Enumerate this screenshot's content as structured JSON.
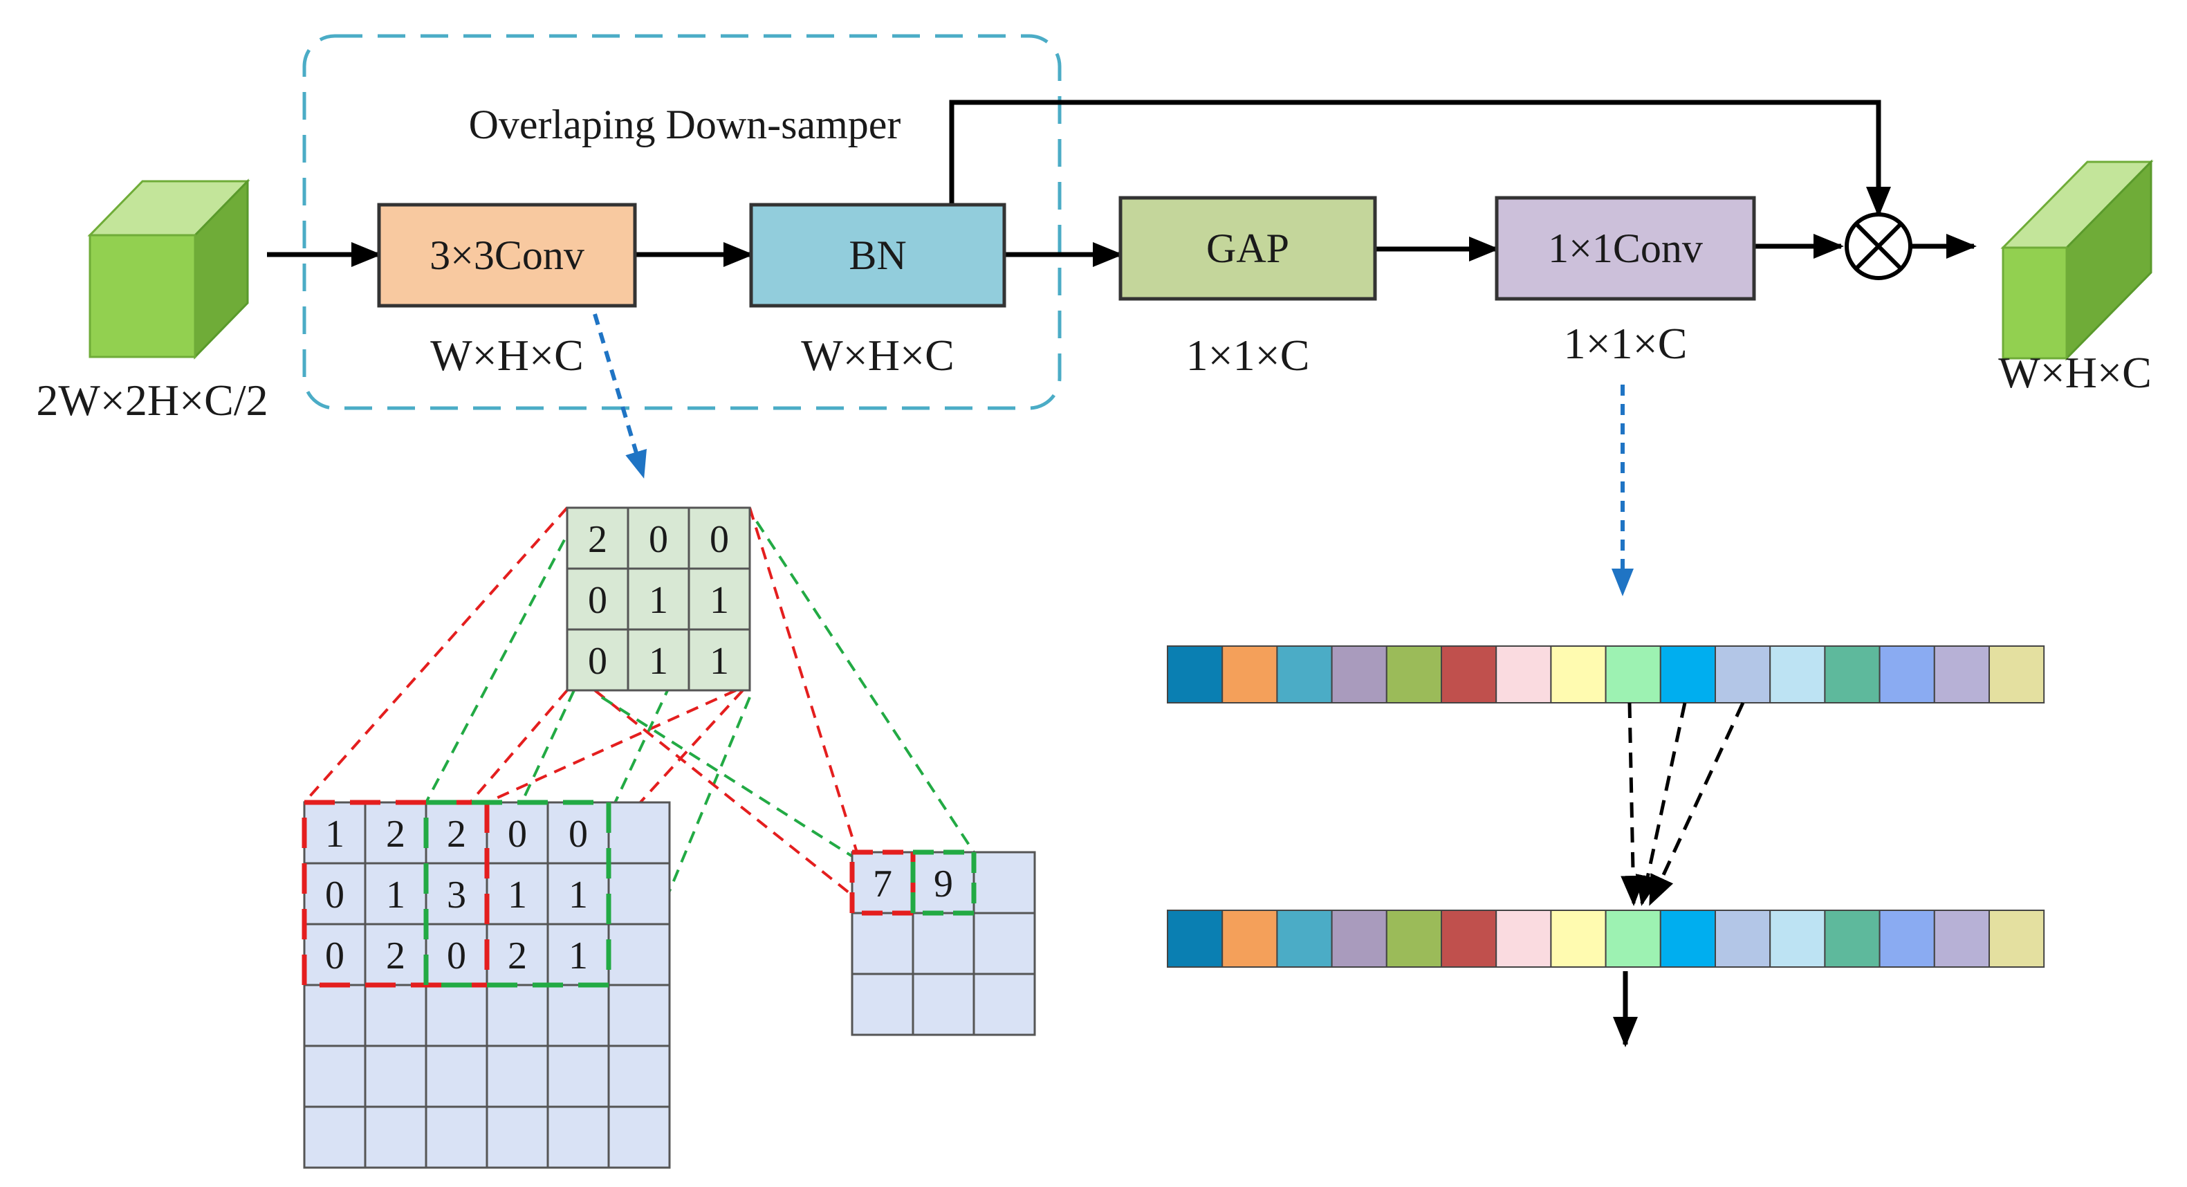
{
  "group": {
    "title": "Overlaping Down-samper"
  },
  "input": {
    "dims": "2W×2H×C/2"
  },
  "output": {
    "dims": "W×H×C"
  },
  "blocks": [
    {
      "key": "conv3",
      "label": "3×3Conv",
      "dims": "W×H×C",
      "color": "#f8c9a0"
    },
    {
      "key": "bn",
      "label": "BN",
      "dims": "W×H×C",
      "color": "#92cddc"
    },
    {
      "key": "gap",
      "label": "GAP",
      "dims": "1×1×C",
      "color": "#c4d69b"
    },
    {
      "key": "conv1",
      "label": "1×1Conv",
      "dims": "1×1×C",
      "color": "#ccc0da"
    }
  ],
  "multiply_symbol": "⊗",
  "kernel": {
    "values": [
      [
        "2",
        "0",
        "0"
      ],
      [
        "0",
        "1",
        "1"
      ],
      [
        "0",
        "1",
        "1"
      ]
    ],
    "color": "#d8e8d4"
  },
  "input_grid": {
    "values": [
      [
        "1",
        "2",
        "2",
        "0",
        "0",
        ""
      ],
      [
        "0",
        "1",
        "3",
        "1",
        "1",
        ""
      ],
      [
        "0",
        "2",
        "0",
        "2",
        "1",
        ""
      ],
      [
        "",
        "",
        "",
        "",
        "",
        ""
      ],
      [
        "",
        "",
        "",
        "",
        "",
        ""
      ],
      [
        "",
        "",
        "",
        "",
        "",
        ""
      ]
    ],
    "color": "#d9e2f5"
  },
  "output_grid": {
    "values": [
      [
        "7",
        "9",
        ""
      ],
      [
        "",
        "",
        ""
      ],
      [
        "",
        "",
        ""
      ]
    ],
    "color": "#d9e2f5"
  },
  "channel_colors": [
    "#0a7fb2",
    "#f4a05a",
    "#4bacc6",
    "#a99bbd",
    "#9bbb59",
    "#c0504d",
    "#fadbe0",
    "#fffbb0",
    "#9df2b2",
    "#00aeef",
    "#b3c6e7",
    "#bde3f3",
    "#5eb99c",
    "#8aabf2",
    "#b7b1d6",
    "#e4e0a0"
  ],
  "colors": {
    "dashed_group": "#4bacc6",
    "dotted_arrow": "#1f74c4",
    "red_dash": "#e41e1e",
    "green_dash": "#22aa44",
    "cube_front": "#92d050",
    "cube_top": "#c3e59a",
    "cube_side": "#6fac38"
  }
}
